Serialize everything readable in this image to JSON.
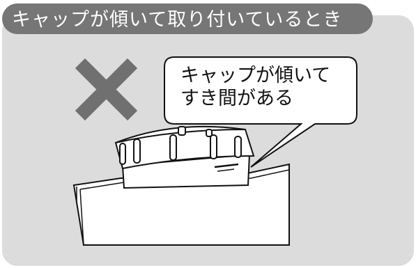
{
  "title": "キャップが傾いて取り付いているとき",
  "callout": {
    "line1": "キャップが傾いて",
    "line2": "すき間がある"
  },
  "status_icon": "x-mark-icon",
  "colors": {
    "title_bg": "#767676",
    "panel_bg": "#dcdcdc",
    "x_mark": "#707070"
  }
}
